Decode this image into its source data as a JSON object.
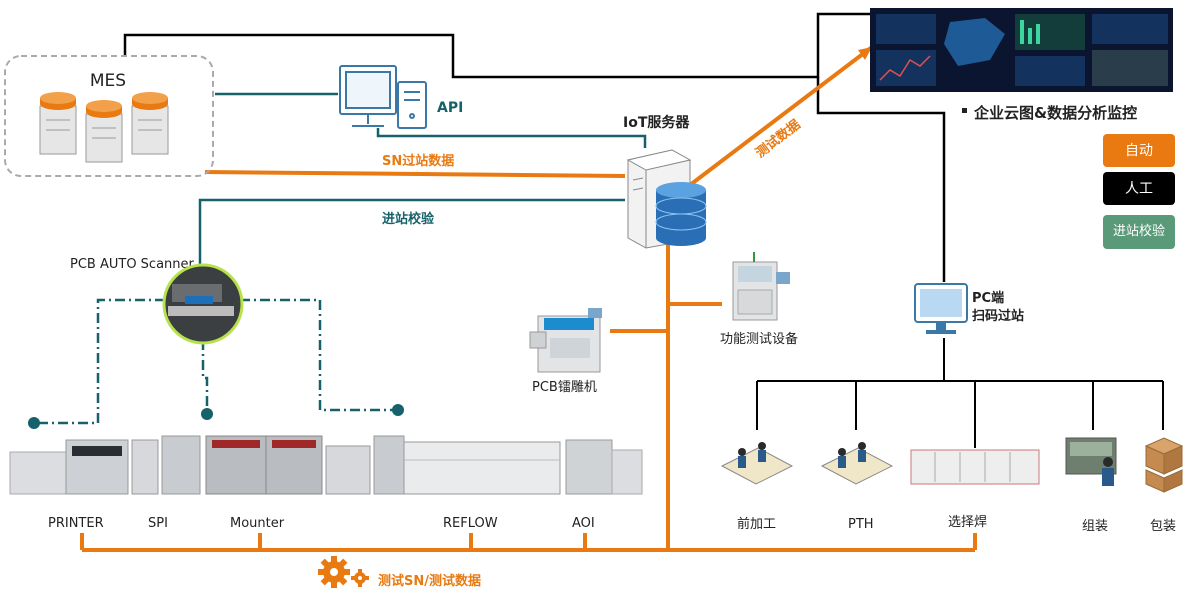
{
  "colors": {
    "orange": "#e97a12",
    "teal": "#17616a",
    "black": "#000000",
    "check_green": "#5a9a78",
    "scanner_ring": "#b8e24a"
  },
  "nodes": {
    "mes": "MES",
    "api": "API",
    "iot_server": "IoT服务器",
    "pcb_scanner": "PCB AUTO Scanner",
    "engraver": "PCB镭雕机",
    "func_test": "功能测试设备",
    "pc_terminal_line1": "PC端",
    "pc_terminal_line2": "扫码过站",
    "cloud_title": "企业云图&数据分析监控"
  },
  "edges": {
    "sn_data": "SN过站数据",
    "entry_check": "进站校验",
    "test_data": "测试数据",
    "bottom_bus": "测试SN/测试数据"
  },
  "smt_line": [
    "PRINTER",
    "SPI",
    "Mounter",
    "REFLOW",
    "AOI"
  ],
  "stations": [
    "前加工",
    "PTH",
    "选择焊",
    "组装",
    "包装"
  ],
  "legend": {
    "auto": "自动",
    "manual": "人工",
    "check": "进站校验"
  },
  "icons": [
    "server-stack-icon",
    "computer-icon",
    "database-server-icon",
    "gear-icon",
    "cloud-dashboard-icon",
    "workbench-icon",
    "oven-icon",
    "box-icon"
  ]
}
